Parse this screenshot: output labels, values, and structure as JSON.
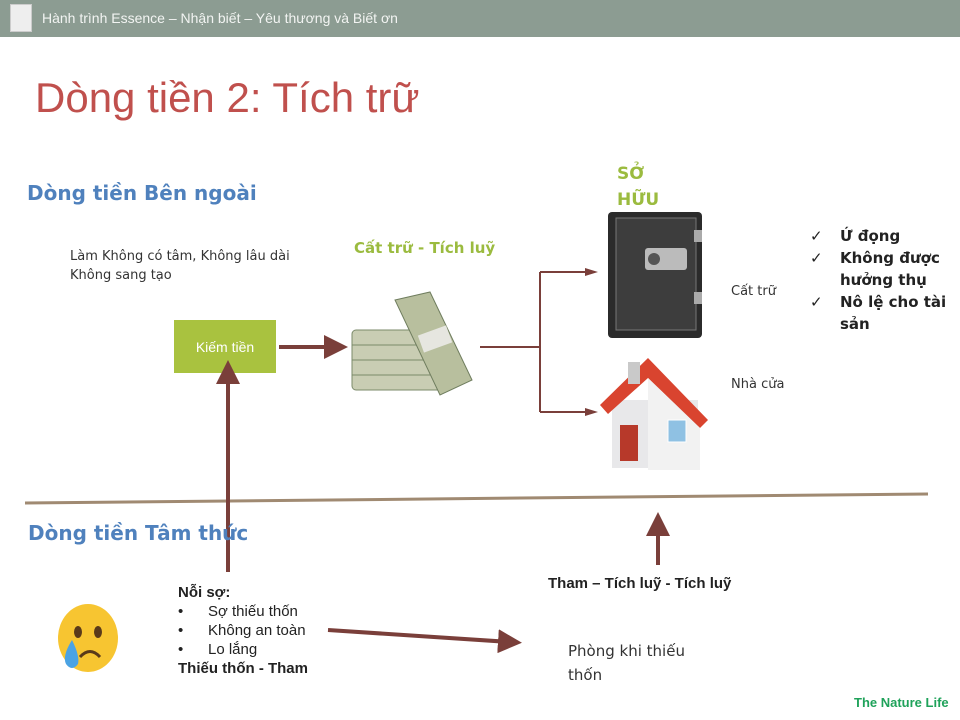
{
  "header": {
    "title": "Hành trình Essence – Nhận biết – Yêu thương và Biết ơn"
  },
  "slide": {
    "title": "Dòng tiền 2: Tích trữ",
    "outer_flow": "Dòng tiền Bên ngoài",
    "inner_flow": "Dòng tiền Tâm thức",
    "work_note": [
      "Làm Không có tâm, Không lâu dài",
      "Không  sang tạo"
    ],
    "earn_box": "Kiếm tiền",
    "store_label": "Cất trữ - Tích luỹ",
    "own_label": [
      "SỞ",
      "HỮU"
    ],
    "safe_label": "Cất trữ",
    "house_label": "Nhà cửa",
    "consequences": [
      "Ứ đọng",
      "Không được hưởng thụ",
      "Nô lệ cho tài sản"
    ],
    "fear_title": "Nỗi sợ:",
    "fears": [
      "Sợ thiếu thốn",
      "Không an toàn",
      "Lo lắng"
    ],
    "fear_result": "Thiếu thốn - Tham",
    "greed_label": "Tham – Tích luỹ - Tích luỹ",
    "prevent_label": [
      "Phòng khi thiếu",
      "thốn"
    ],
    "brand": "The Nature Life"
  },
  "colors": {
    "header": "#8c9c92",
    "title": "#c0504d",
    "blue": "#4f81bd",
    "green": "#a9c23f",
    "arrow": "#7a3f3a"
  }
}
